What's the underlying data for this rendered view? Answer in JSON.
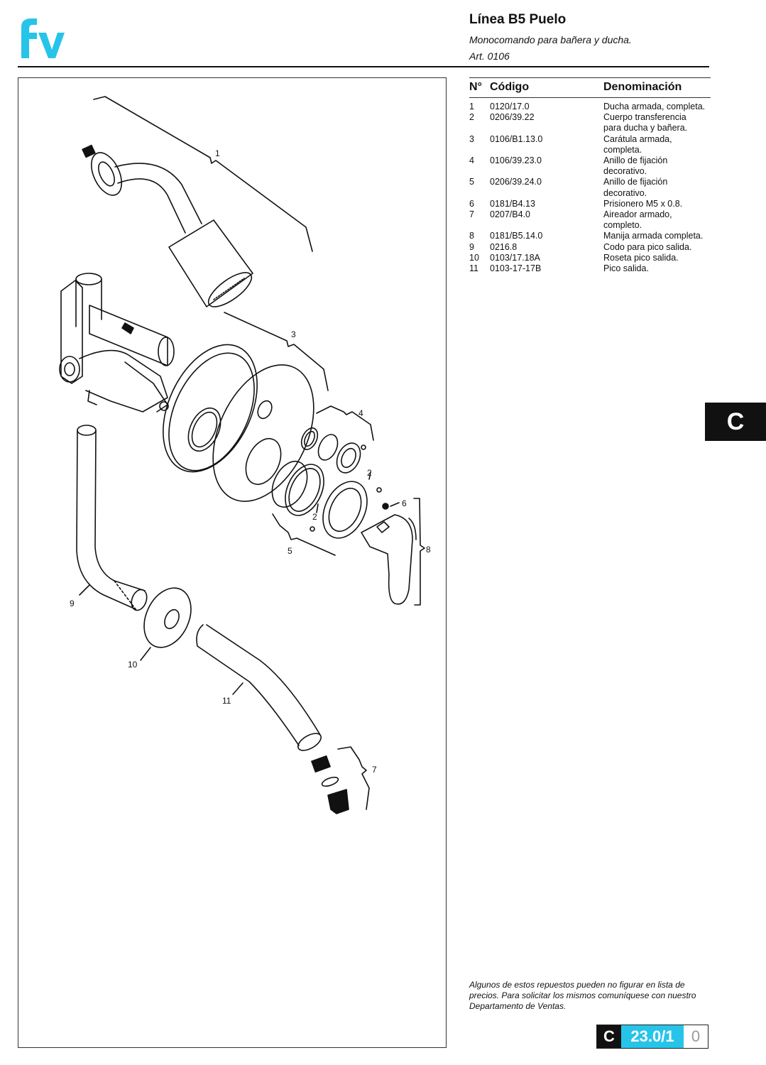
{
  "header": {
    "title": "Línea B5 Puelo",
    "subtitle": "Monocomando para bañera y ducha.",
    "article": "Art. 0106"
  },
  "brand": {
    "logo_text": "fv",
    "accent_color": "#27c4ea"
  },
  "parts_table": {
    "columns": [
      "N°",
      "Código",
      "Denominación"
    ],
    "rows": [
      {
        "n": "1",
        "code": "0120/17.0",
        "name": "Ducha armada, completa."
      },
      {
        "n": "2",
        "code": "0206/39.22",
        "name": "Cuerpo transferencia\npara ducha y bañera."
      },
      {
        "n": "3",
        "code": "0106/B1.13.0",
        "name": "Carátula armada,\ncompleta."
      },
      {
        "n": "4",
        "code": "0106/39.23.0",
        "name": "Anillo de fijación\ndecorativo."
      },
      {
        "n": "5",
        "code": "0206/39.24.0",
        "name": "Anillo de fijación\ndecorativo."
      },
      {
        "n": "6",
        "code": "0181/B4.13",
        "name": "Prisionero M5 x 0.8."
      },
      {
        "n": "7",
        "code": "0207/B4.0",
        "name": "Aireador armado,\ncompleto."
      },
      {
        "n": "8",
        "code": "0181/B5.14.0",
        "name": "Manija armada completa."
      },
      {
        "n": "9",
        "code": "0216.8",
        "name": "Codo para pico salida."
      },
      {
        "n": "10",
        "code": "0103/17.18A",
        "name": "Roseta pico salida."
      },
      {
        "n": "11",
        "code": "0103-17-17B",
        "name": "Pico salida."
      }
    ]
  },
  "diagram": {
    "callouts": [
      "1",
      "3",
      "4",
      "2",
      "2",
      "6",
      "5",
      "8",
      "9",
      "10",
      "11",
      "7"
    ]
  },
  "section_tab": "C",
  "footnote": "Algunos de estos repuestos pueden no figurar en lista de precios. Para solicitar los mismos comuníquese con nuestro Departamento de Ventas.",
  "page_box": {
    "section": "C",
    "page": "23.0/1",
    "revision": "0"
  }
}
